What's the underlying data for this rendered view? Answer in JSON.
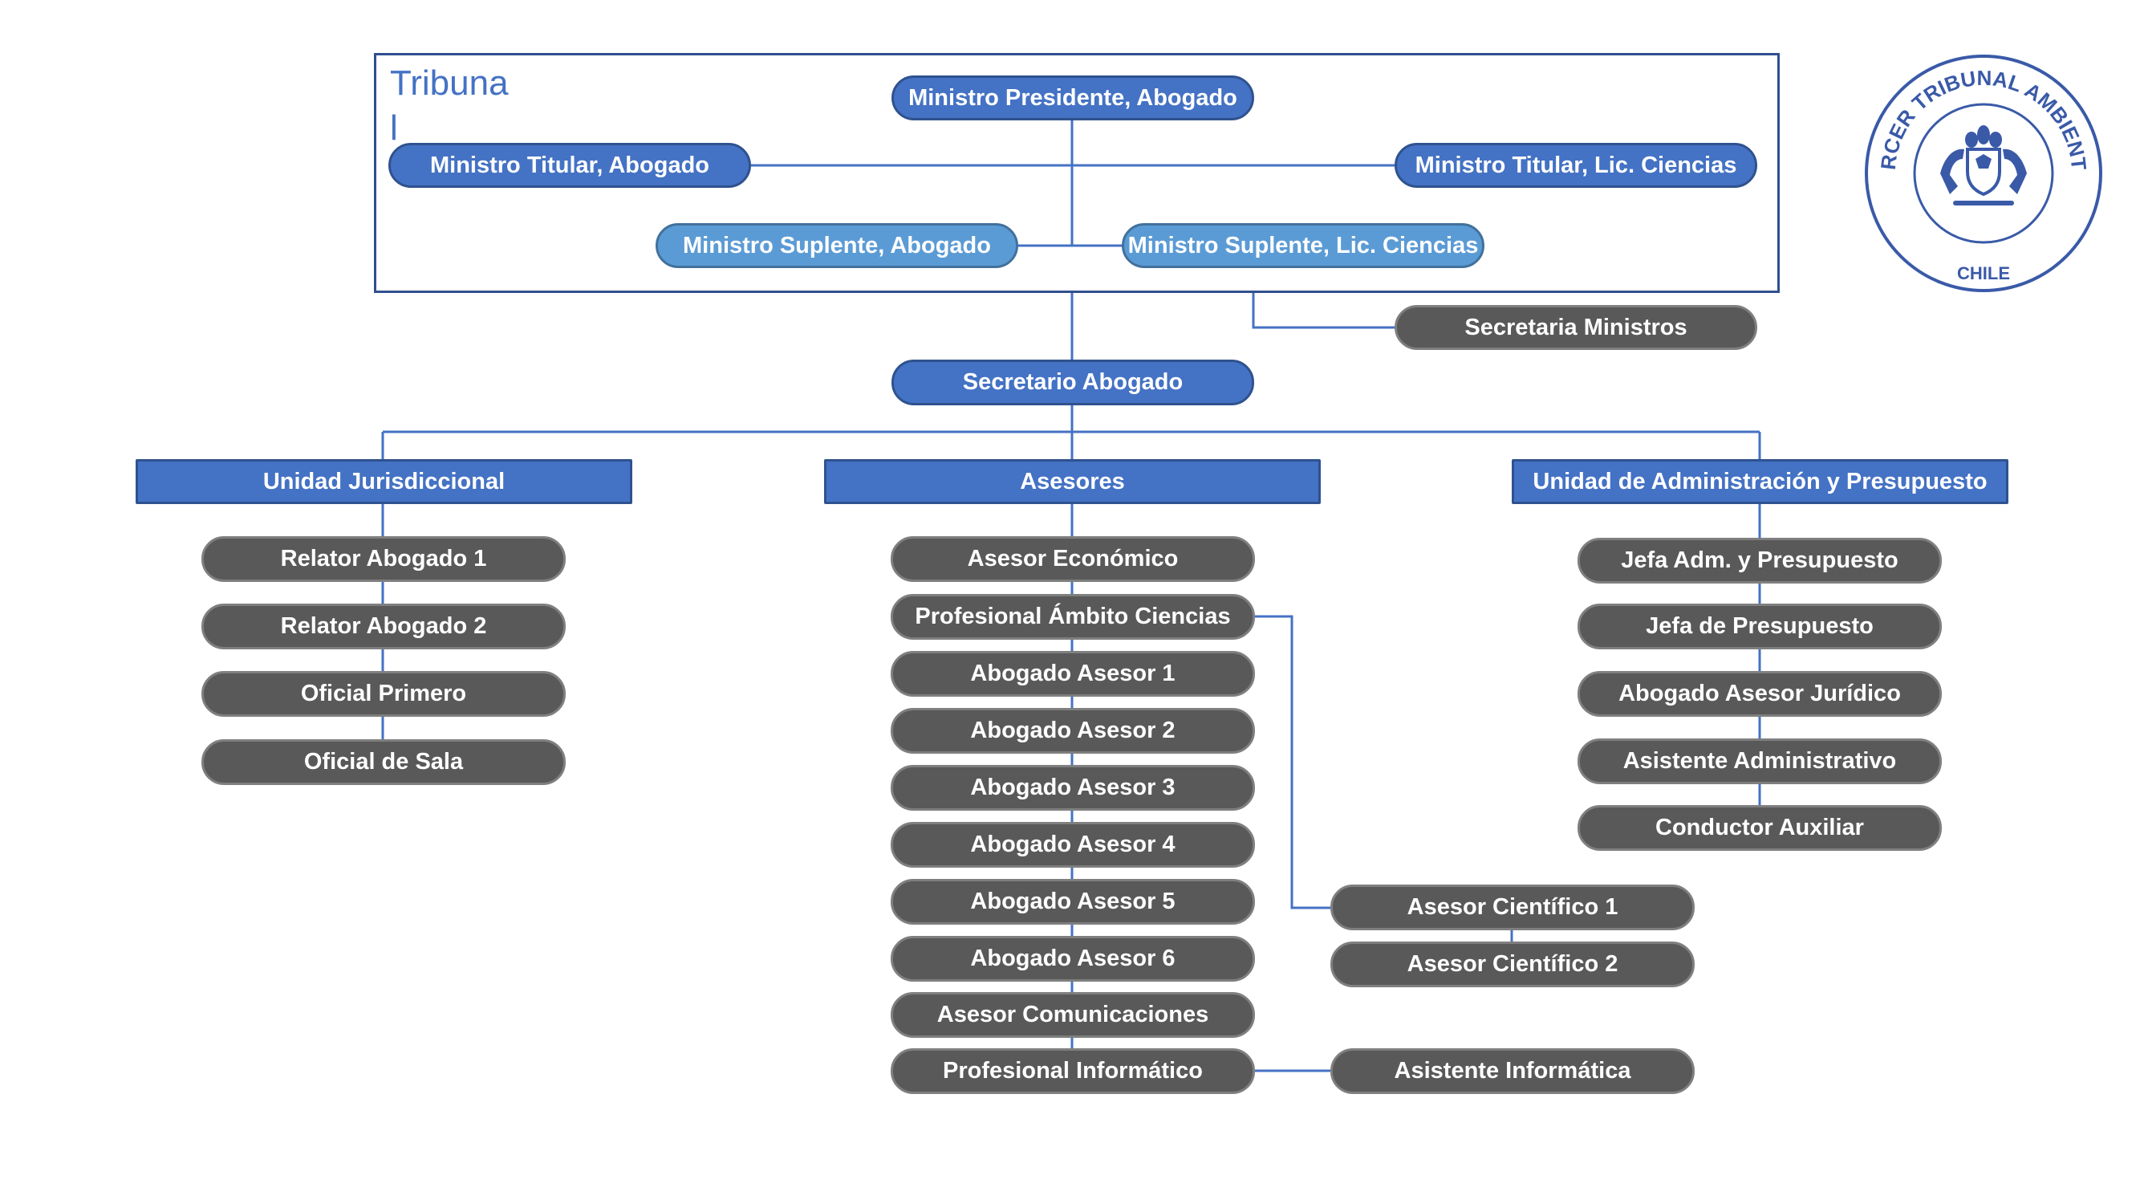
{
  "tribunal_label": "Tribuna\nl",
  "top": {
    "presidente": "Ministro Presidente, Abogado",
    "titular_abogado": "Ministro Titular, Abogado",
    "titular_ciencias": "Ministro Titular, Lic. Ciencias",
    "suplente_abogado": "Ministro Suplente, Abogado",
    "suplente_ciencias": "Ministro Suplente, Lic. Ciencias"
  },
  "secretaria_ministros": "Secretaria Ministros",
  "secretario_abogado": "Secretario Abogado",
  "units": {
    "jurisdiccional": {
      "title": "Unidad Jurisdiccional",
      "items": [
        "Relator Abogado 1",
        "Relator Abogado 2",
        "Oficial Primero",
        "Oficial de Sala"
      ]
    },
    "asesores": {
      "title": "Asesores",
      "items": [
        "Asesor Económico",
        "Profesional Ámbito Ciencias",
        "Abogado Asesor 1",
        "Abogado Asesor 2",
        "Abogado Asesor 3",
        "Abogado Asesor 4",
        "Abogado Asesor 5",
        "Abogado Asesor 6",
        "Asesor Comunicaciones",
        "Profesional Informático"
      ]
    },
    "administracion": {
      "title": "Unidad de Administración y Presupuesto",
      "items": [
        "Jefa Adm. y Presupuesto",
        "Jefa de Presupuesto",
        "Abogado Asesor Jurídico",
        "Asistente Administrativo",
        "Conductor Auxiliar"
      ]
    }
  },
  "cientificos": [
    "Asesor Científico 1",
    "Asesor Científico 2"
  ],
  "asistente_informatica": "Asistente Informática",
  "logo": {
    "arc_text": "TERCER TRIBUNAL AMBIENTAL",
    "bottom_text": "CHILE"
  },
  "colors": {
    "blue": "#4472c4",
    "light_blue": "#5b9bd5",
    "gray": "#595959",
    "line": "#4472c4"
  }
}
